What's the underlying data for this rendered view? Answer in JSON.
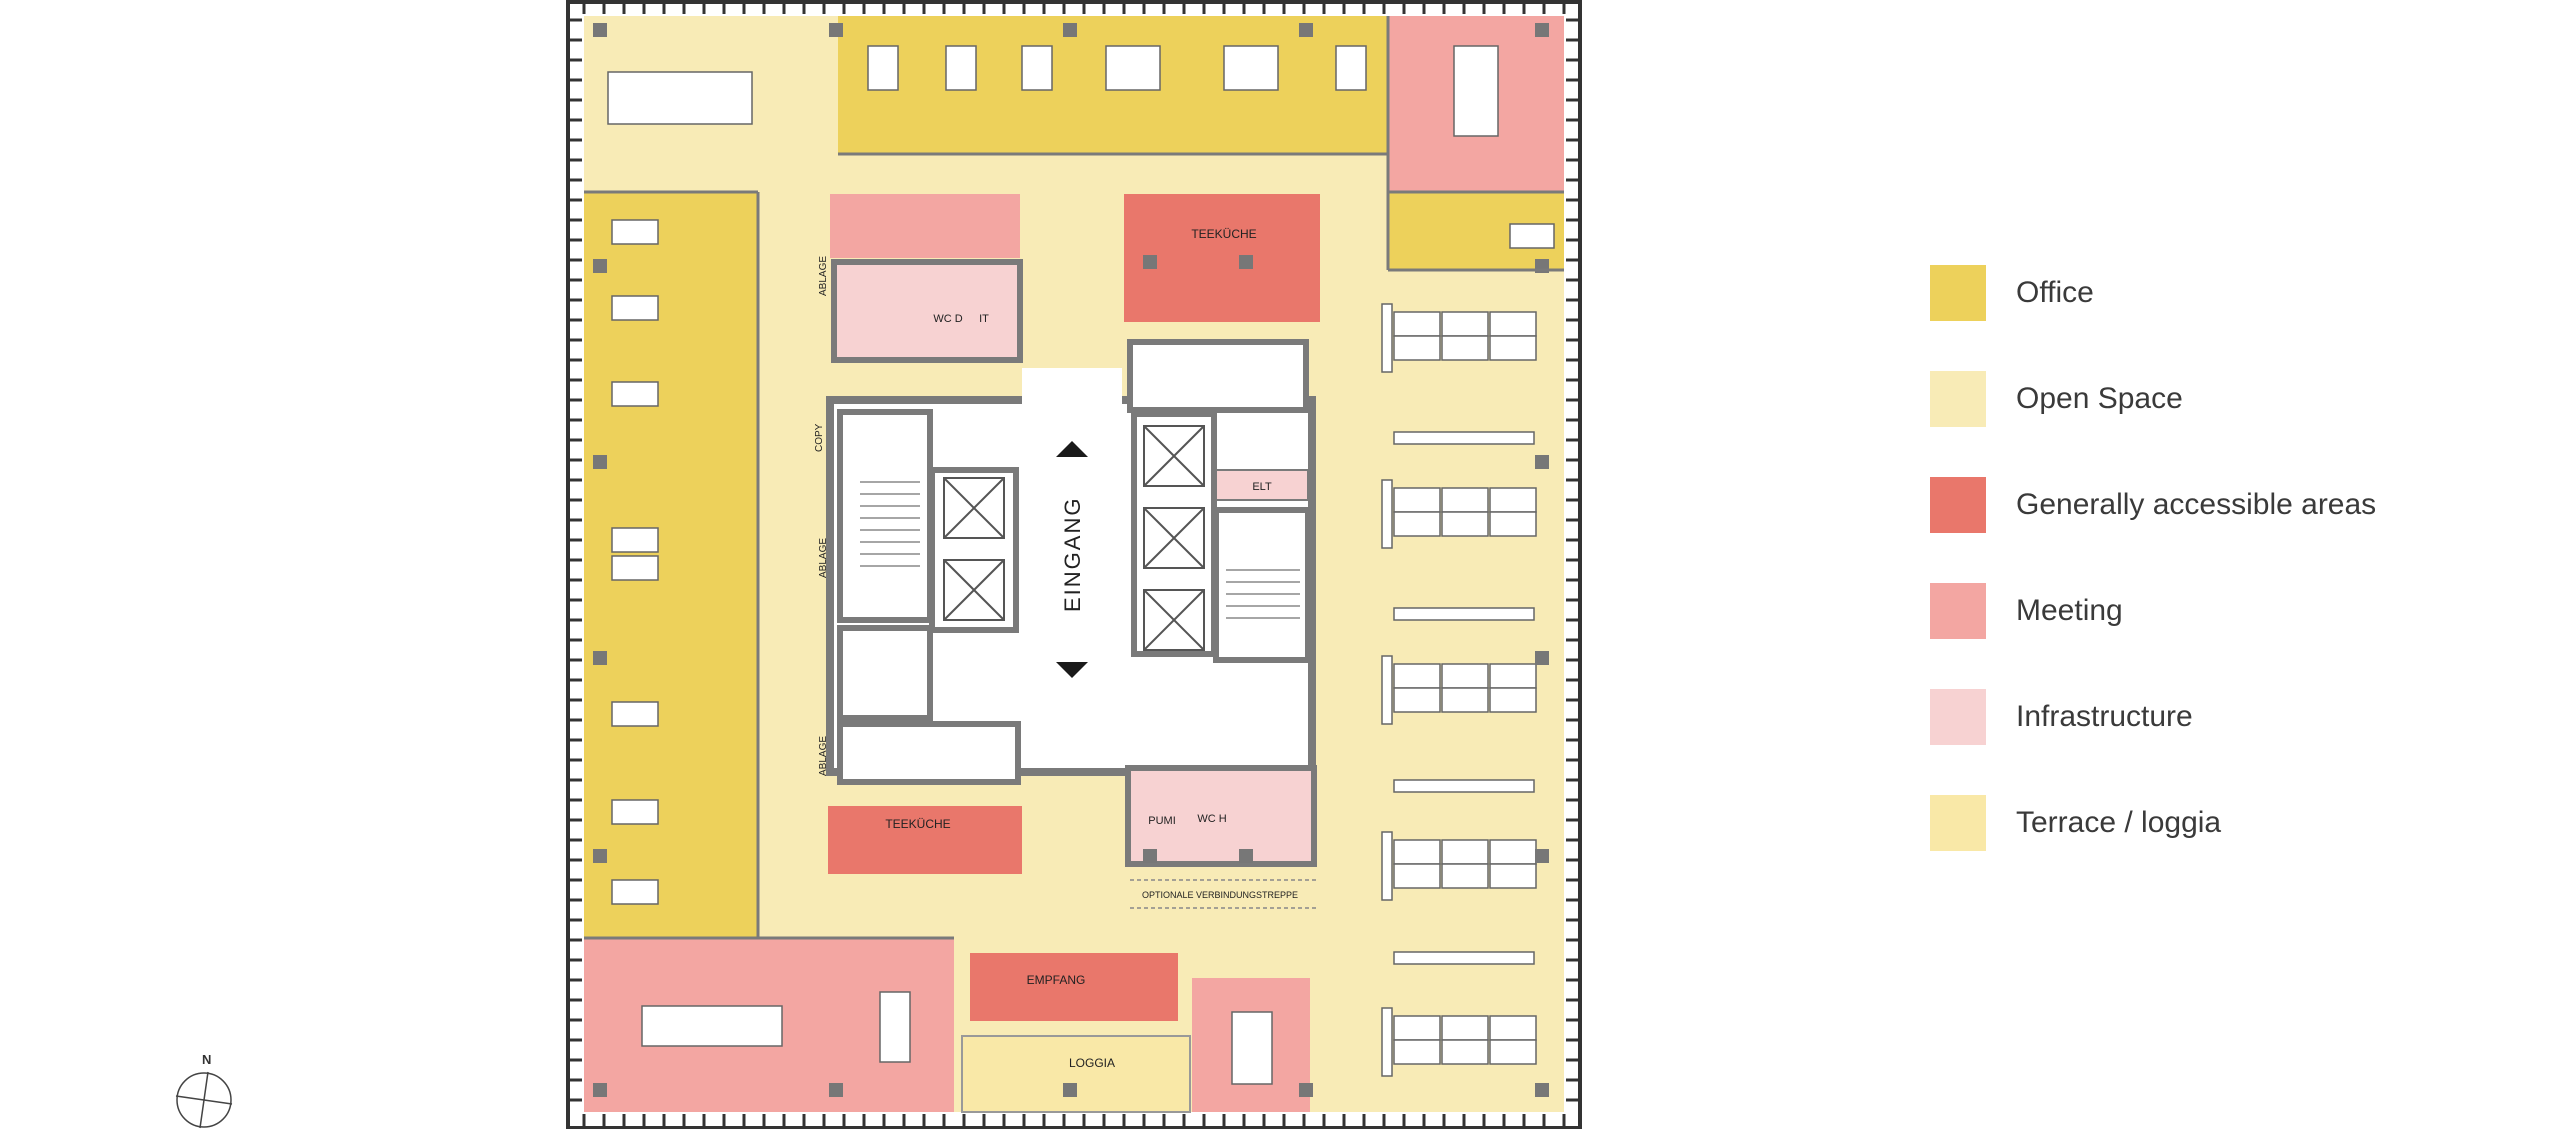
{
  "colors": {
    "office": "#EDD15B",
    "open_space": "#F8EBB6",
    "general": "#E9776B",
    "meeting": "#F3A6A2",
    "infrastructure": "#F7D2D2",
    "terrace": "#F9E8A7",
    "wall": "#7a7a7a"
  },
  "labels": {
    "entrance": "EINGANG",
    "kitchen_top": "TEEKÜCHE",
    "kitchen_bottom": "TEEKÜCHE",
    "reception": "EMPFANG",
    "loggia": "LOGGIA",
    "wc_d": "WC D",
    "it": "IT",
    "wc_h": "WC H",
    "pumi": "PUMI",
    "elt": "ELT",
    "copy": "COPY",
    "ablage_1": "ABLAGE",
    "ablage_2": "ABLAGE",
    "ablage_3": "ABLAGE",
    "stair_note": "OPTIONALE VERBINDUNGSTREPPE",
    "north": "N"
  },
  "legend": [
    {
      "label": "Office",
      "icon": "office-swatch"
    },
    {
      "label": "Open Space",
      "icon": "open-space-swatch"
    },
    {
      "label": "Generally accessible areas",
      "icon": "general-swatch"
    },
    {
      "label": "Meeting",
      "icon": "meeting-swatch"
    },
    {
      "label": "Infrastructure",
      "icon": "infrastructure-swatch"
    },
    {
      "label": "Terrace / loggia",
      "icon": "terrace-swatch"
    }
  ]
}
